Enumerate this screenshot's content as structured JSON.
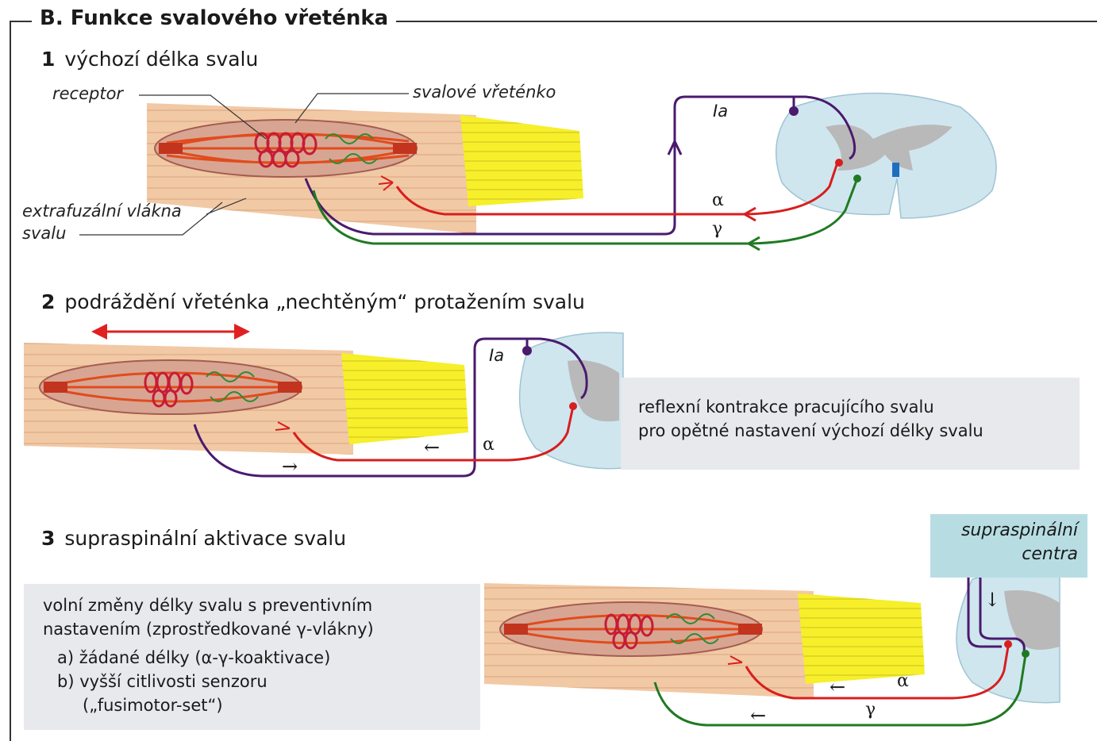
{
  "title": "B. Funkce svalového vřeténka",
  "steps": [
    {
      "num": "1",
      "label": "výchozí délka svalu"
    },
    {
      "num": "2",
      "label": "podráždění vřeténka „nechtěným“ protažením svalu"
    },
    {
      "num": "3",
      "label": "supraspinální aktivace svalu"
    }
  ],
  "labels": {
    "receptor": "receptor",
    "spindle": "svalové vřeténko",
    "extrafusal_line1": "extrafuzální vlákna",
    "extrafusal_line2": "svalu",
    "ia": "Ia",
    "alpha": "α",
    "gamma": "γ",
    "arrow_right": "→",
    "arrow_left": "←",
    "arrow_down": "↓"
  },
  "box_reflex": {
    "line1": "reflexní kontrakce pracujícího svalu",
    "line2": "pro opětné nastavení výchozí délky svalu"
  },
  "box_voluntary": {
    "line1": "volní změny délky svalu s preventivním",
    "line2": "nastavením (zprostředkované γ-vlákny)",
    "item_a": "a) žádané délky (α-γ-koaktivace)",
    "item_b": "b) vyšší citlivosti senzoru",
    "item_b2": "(„fusimotor-set“)"
  },
  "supraspinal": {
    "line1": "supraspinální",
    "line2": "centra"
  },
  "colors": {
    "muscle": "#f2c9a5",
    "tendon": "#f6ef2a",
    "spinal": "#cfe6ef",
    "grey_matter": "#b9b9b9",
    "ia_fiber": "#4a1a6e",
    "alpha_fiber": "#d81e1e",
    "gamma_fiber": "#1f7a22"
  }
}
